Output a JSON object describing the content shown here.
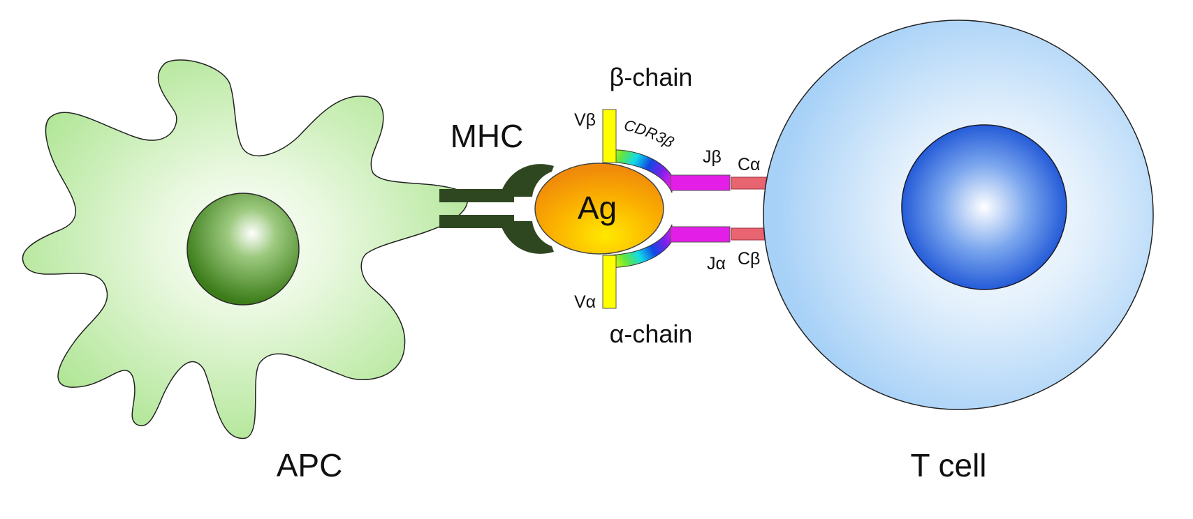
{
  "labels": {
    "apc": "APC",
    "t_cell": "T cell",
    "mhc": "MHC",
    "antigen": "Ag",
    "beta_chain": "β-chain",
    "alpha_chain": "α-chain",
    "v_beta": "Vβ",
    "v_alpha": "Vα",
    "j_beta": "Jβ",
    "j_alpha": "Jα",
    "c_alpha": "Cα",
    "c_beta": "Cβ",
    "cdr3_beta": "CDR3β"
  },
  "colors": {
    "apc_body": "#b4e79a",
    "apc_nucleus": "#3d7f1c",
    "mhc": "#2f4721",
    "antigen": "#f59a07",
    "v_segment": "#ffff00",
    "j_segment": "#e31ee6",
    "c_segment": "#e86471",
    "t_cell_body": "#a9d3f7",
    "t_cell_nucleus": "#1e59d8"
  }
}
